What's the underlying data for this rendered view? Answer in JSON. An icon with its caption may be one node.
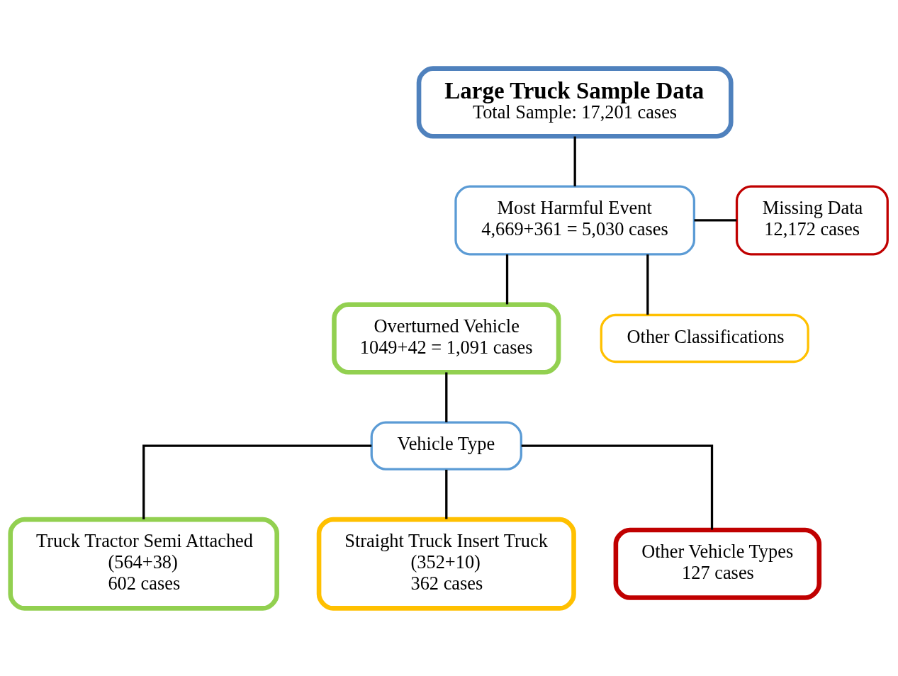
{
  "diagram": {
    "nodes": [
      {
        "text": [
          "Large Truck Sample Data",
          "Total Sample: 17,201 cases"
        ]
      },
      {
        "text": [
          "Most Harmful Event",
          "4,669+361 = 5,030 cases"
        ]
      },
      {
        "text": [
          "Missing Data",
          "12,172 cases"
        ]
      },
      {
        "text": [
          "Overturned Vehicle",
          "1049+42 = 1,091 cases"
        ]
      },
      {
        "text": [
          "Other Classifications"
        ]
      },
      {
        "text": [
          "Vehicle Type"
        ]
      },
      {
        "text": [
          "Truck Tractor Semi Attached",
          "(564+38)",
          "602 cases"
        ]
      },
      {
        "text": [
          "Straight Truck Insert Truck",
          "(352+10)",
          "362 cases"
        ]
      },
      {
        "text": [
          "Other Vehicle Types",
          "127 cases"
        ]
      }
    ],
    "edges": [
      {
        "from": 0,
        "to": 1,
        "arrow": "none"
      },
      {
        "from": 1,
        "to": 2,
        "arrow": "none"
      },
      {
        "from": 1,
        "to": 3,
        "arrow": "none"
      },
      {
        "from": 1,
        "to": 4,
        "arrow": "none"
      },
      {
        "from": 3,
        "to": 5,
        "arrow": "none"
      },
      {
        "from": 5,
        "to": 6,
        "arrow": "none"
      },
      {
        "from": 5,
        "to": 7,
        "arrow": "none"
      },
      {
        "from": 5,
        "to": 8,
        "arrow": "none"
      }
    ]
  }
}
